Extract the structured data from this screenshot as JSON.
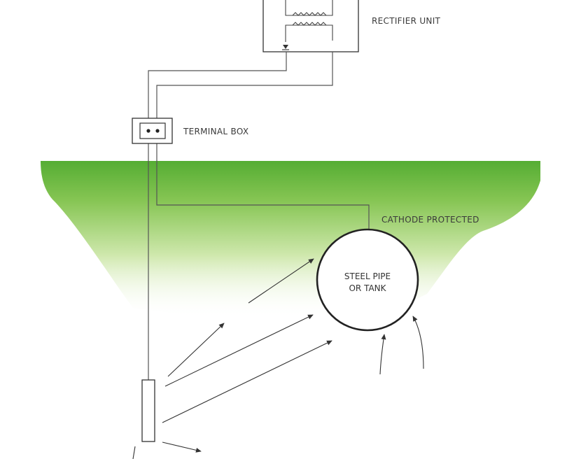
{
  "labels": {
    "rectifier_unit": "RECTIFIER UNIT",
    "terminal_box": "TERMINAL BOX",
    "cathode_protected": "CATHODE PROTECTED",
    "pipe_line1": "STEEL PIPE",
    "pipe_line2": "OR TANK"
  },
  "colors": {
    "ground_top": "#5db33a",
    "ground_bottom": "#ffffff",
    "line": "#444444",
    "pipe_outline": "#222222"
  }
}
